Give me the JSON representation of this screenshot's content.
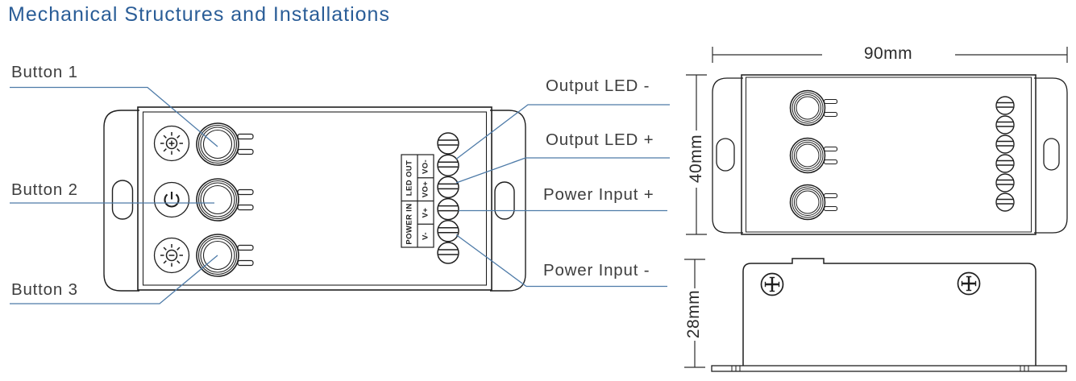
{
  "title": "Mechanical Structures and Installations",
  "front_view": {
    "button_labels": {
      "button1": "Button 1",
      "button2": "Button 2",
      "button3": "Button 3"
    },
    "port_labels": {
      "output_led_neg": "Output LED -",
      "output_led_pos": "Output LED +",
      "power_input_pos": "Power Input +",
      "power_input_neg": "Power Input -"
    },
    "terminal_block": {
      "led_out": "LED OUT",
      "power_in": "POWER IN",
      "vo_neg": "VO-",
      "vo_pos": "VO+",
      "v_pos": "V+",
      "v_neg": "V-"
    },
    "button_icons": {
      "button1": "brightness-increase-icon",
      "button2": "power-icon",
      "button3": "brightness-decrease-icon"
    }
  },
  "dimension_views": {
    "top_view": {
      "width": "90mm",
      "height": "40mm"
    },
    "side_view": {
      "height": "28mm"
    }
  },
  "colors": {
    "title_text": "#2a5d97",
    "leader_line": "#4e7ba8",
    "drawing_line": "#1f1f1f",
    "label_text": "#3e3e3e"
  }
}
